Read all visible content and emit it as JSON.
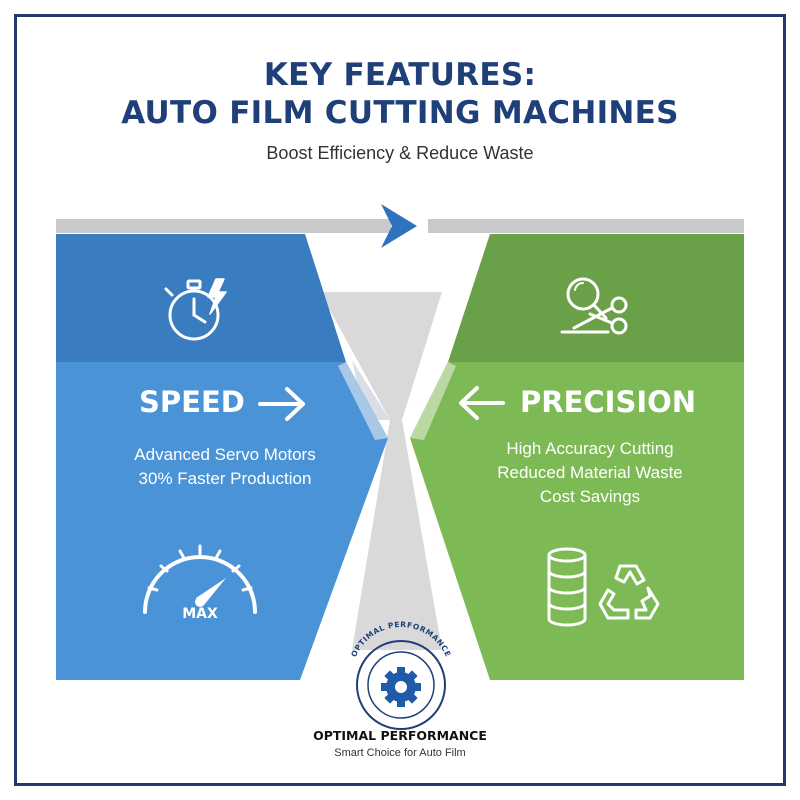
{
  "header": {
    "title_line1": "KEY FEATURES:",
    "title_line2": "AUTO FILM CUTTING MACHINES",
    "subtitle": "Boost Efficiency & Reduce Waste"
  },
  "speed_panel": {
    "label": "SPEED",
    "features": [
      "Advanced Servo Motors",
      "30% Faster Production"
    ],
    "gauge_text": "MAX",
    "icons": [
      "stopwatch-lightning-icon",
      "arrow-right-icon",
      "speedometer-icon"
    ]
  },
  "precision_panel": {
    "label": "PRECISION",
    "features": [
      "High Accuracy Cutting",
      "Reduced Material Waste",
      "Cost Savings"
    ],
    "icons": [
      "magnifier-scissors-icon",
      "arrow-left-icon",
      "film-roll-stack-icon",
      "recycle-icon"
    ]
  },
  "badge": {
    "ring_text": "OPTIMAL PERFORMANCE",
    "icon": "gear-icon"
  },
  "footer": {
    "title": "OPTIMAL PERFORMANCE",
    "subtitle": "Smart Choice for Auto Film"
  },
  "colors": {
    "title": "#1f3f79",
    "speed_light": "#4a90d4",
    "speed_dark": "#3a7cc0",
    "precision_light": "#7dba55",
    "precision_dark": "#6aa148",
    "center_gray": "#d7d7d7"
  }
}
